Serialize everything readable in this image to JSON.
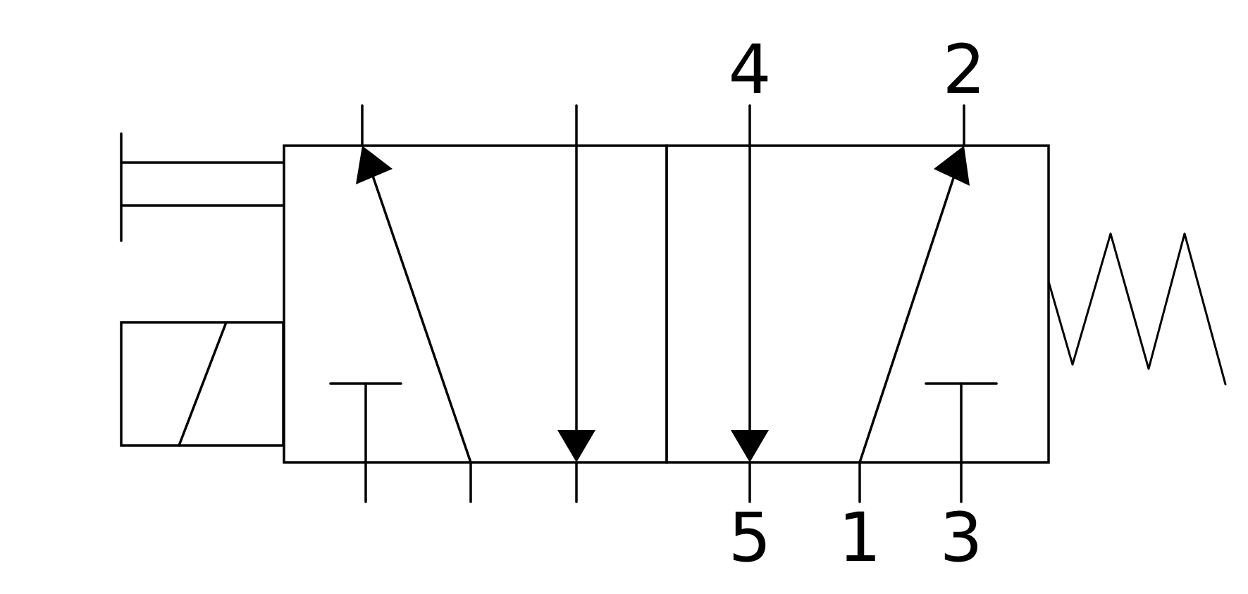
{
  "diagram": {
    "ports": {
      "top_left": "4",
      "top_right": "2",
      "bottom_left": "5",
      "bottom_middle": "1",
      "bottom_right": "3"
    }
  }
}
